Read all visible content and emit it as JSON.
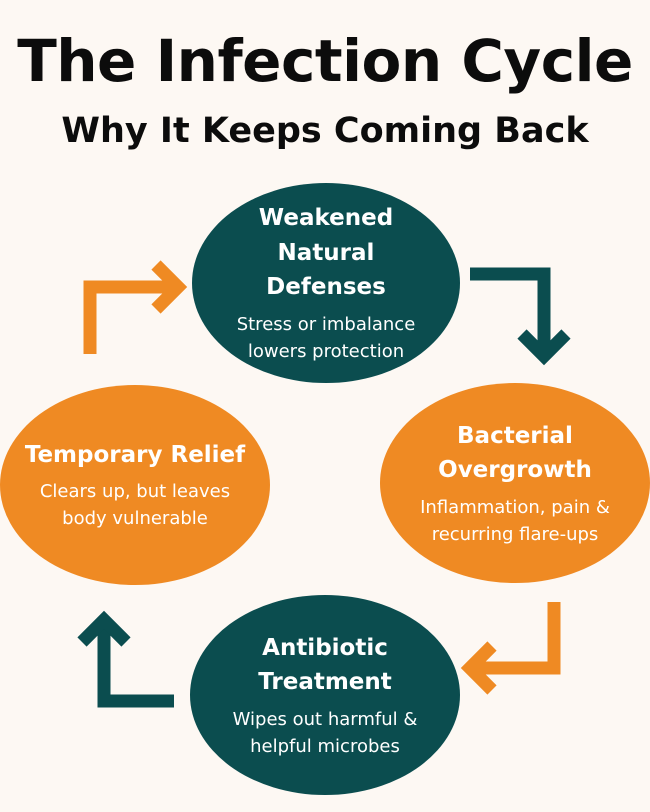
{
  "title": "The Infection Cycle",
  "subtitle": "Why It Keeps Coming Back",
  "colors": {
    "teal": "#0b4d4f",
    "orange": "#ef8a23",
    "background": "#fdf8f3"
  },
  "nodes": [
    {
      "title": "Weakened Natural Defenses",
      "desc": "Stress or imbalance lowers protection",
      "color": "teal"
    },
    {
      "title": "Bacterial Overgrowth",
      "desc": "Inflammation, pain & recurring flare-ups",
      "color": "orange"
    },
    {
      "title": "Antibiotic Treatment",
      "desc": "Wipes out harmful & helpful microbes",
      "color": "teal"
    },
    {
      "title": "Temporary Relief",
      "desc": "Clears up, but leaves body vulnerable",
      "color": "orange"
    }
  ]
}
